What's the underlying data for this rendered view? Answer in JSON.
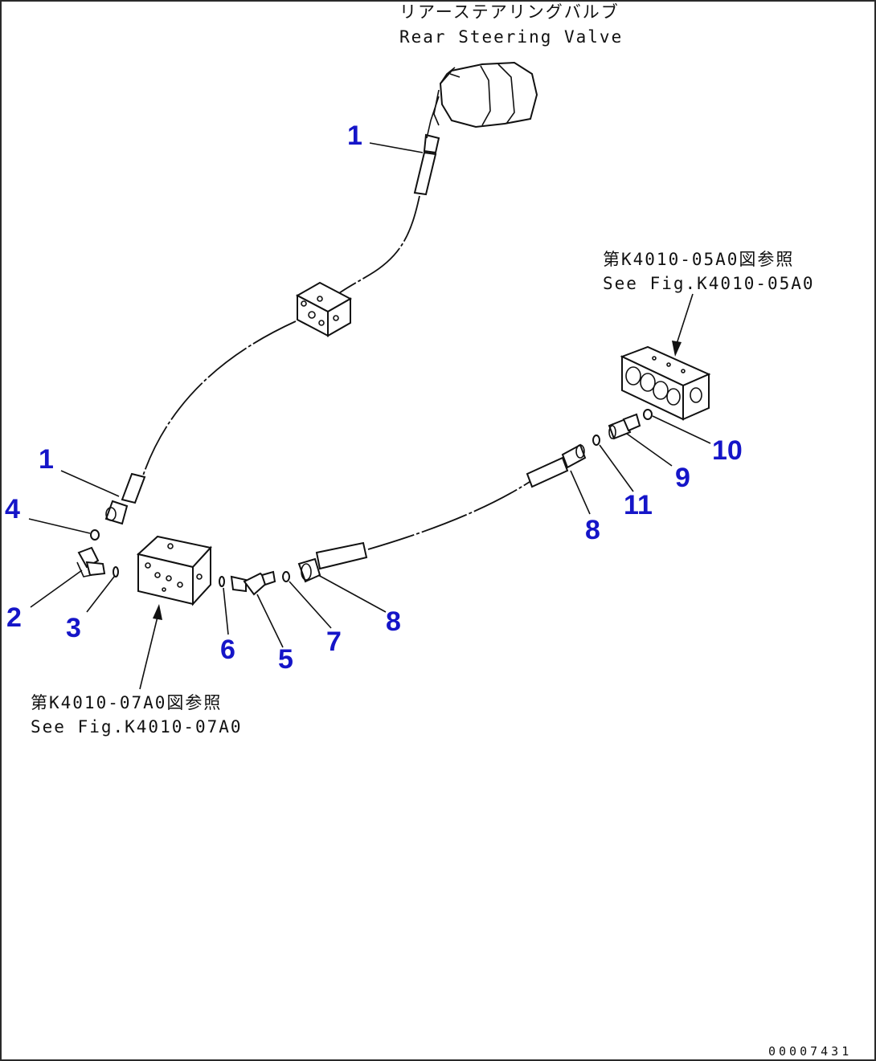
{
  "labels": {
    "rear_valve_jp": "リアーステアリングバルブ",
    "rear_valve_en": "Rear Steering Valve",
    "ref_right_jp": "第K4010-05A0図参照",
    "ref_right_en": "See Fig.K4010-05A0",
    "ref_left_jp": "第K4010-07A0図参照",
    "ref_left_en": "See Fig.K4010-07A0"
  },
  "callouts": {
    "c1_top": "1",
    "c1_left": "1",
    "c2": "2",
    "c3": "3",
    "c4": "4",
    "c5": "5",
    "c6": "6",
    "c7": "7",
    "c8_left": "8",
    "c8_right": "8",
    "c9": "9",
    "c10": "10",
    "c11": "11"
  },
  "doc_id": "00007431",
  "colors": {
    "callout": "#1515c8",
    "line": "#111111"
  }
}
